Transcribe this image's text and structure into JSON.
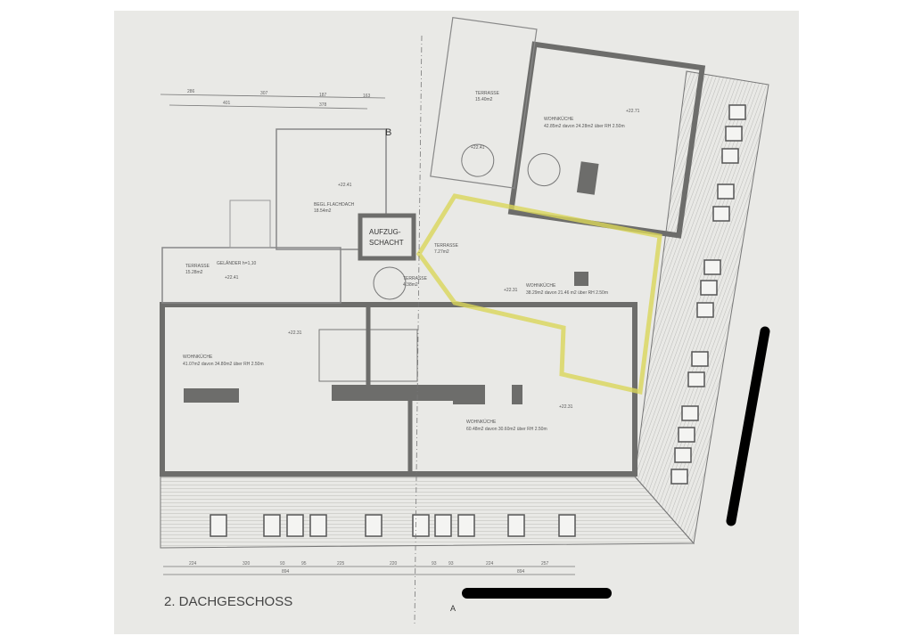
{
  "title": "2. DACHGESCHOSS",
  "elevator_shaft": {
    "line1": "AUFZUG-",
    "line2": "SCHACHT"
  },
  "section_markers": {
    "b": "B",
    "a": "A"
  },
  "rooms": [
    {
      "name": "TERRASSE",
      "area": "15.28m2",
      "note": "GELÄNDER h=1,10",
      "level": "+22.41"
    },
    {
      "name": "BEGL.FLACHDACH",
      "area": "18.54m2",
      "level": "+22.41"
    },
    {
      "name": "WOHNKÜCHE",
      "area": "41.07m2 davon 34.80m2 über RH 2.50m",
      "level": "+22.31"
    },
    {
      "name": "WOHNKÜCHE",
      "area": "60.48m2 davon 30.60m2 über RH 2.50m",
      "level": "+22.31"
    },
    {
      "name": "WOHNKÜCHE",
      "area": "38.29m2 davon 21.46 m2 über RH 2.50m",
      "level": "+22.31"
    },
    {
      "name": "WOHNKÜCHE",
      "area": "42.85m2 davon 24.28m2 über RH 2.50m",
      "level": "+22.71"
    },
    {
      "name": "TERRASSE",
      "area": "15.40m2",
      "level": "+22.41"
    },
    {
      "name": "TERRASSE",
      "area": "7.27m2"
    },
    {
      "name": "TERRASSE",
      "area": "4.38m2"
    }
  ],
  "dimensions": {
    "top_row1": [
      "286",
      "307",
      "187",
      "163"
    ],
    "top_row2": [
      "401",
      "378"
    ],
    "bottom_row1": [
      "224",
      "320",
      "93",
      "95",
      "225",
      "220",
      "93",
      "93",
      "224",
      "257"
    ],
    "bottom_row2": [
      "894",
      "894"
    ]
  },
  "colors": {
    "paper": "#e9e9e6",
    "wall": "#6d6d6b",
    "highlight": "#d9d65a",
    "redaction": "#000000"
  }
}
